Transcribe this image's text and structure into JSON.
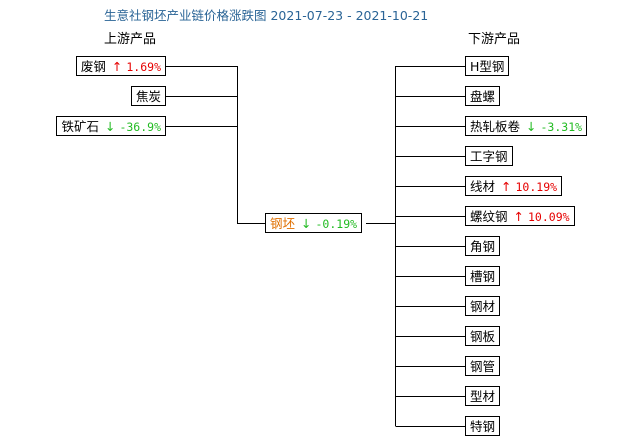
{
  "title": "生意社钢坯产业链价格涨跌图 2021-07-23 - 2021-10-21",
  "upstream_header": "上游产品",
  "downstream_header": "下游产品",
  "colors": {
    "up": "#e60000",
    "down": "#22bb22",
    "center": "#e07000",
    "title": "#2a6496"
  },
  "upstream": [
    {
      "name": "废钢",
      "dir": "up",
      "arrow": "↑",
      "change": "1.69%"
    },
    {
      "name": "焦炭",
      "dir": "",
      "arrow": "",
      "change": ""
    },
    {
      "name": "铁矿石",
      "dir": "down",
      "arrow": "↓",
      "change": "-36.9%"
    }
  ],
  "center": {
    "name": "钢坯",
    "dir": "down",
    "arrow": "↓",
    "change": "-0.19%"
  },
  "downstream": [
    {
      "name": "H型钢",
      "dir": "",
      "arrow": "",
      "change": ""
    },
    {
      "name": "盘螺",
      "dir": "",
      "arrow": "",
      "change": ""
    },
    {
      "name": "热轧板卷",
      "dir": "down",
      "arrow": "↓",
      "change": "-3.31%"
    },
    {
      "name": "工字钢",
      "dir": "",
      "arrow": "",
      "change": ""
    },
    {
      "name": "线材",
      "dir": "up",
      "arrow": "↑",
      "change": "10.19%"
    },
    {
      "name": "螺纹钢",
      "dir": "up",
      "arrow": "↑",
      "change": "10.09%"
    },
    {
      "name": "角钢",
      "dir": "",
      "arrow": "",
      "change": ""
    },
    {
      "name": "槽钢",
      "dir": "",
      "arrow": "",
      "change": ""
    },
    {
      "name": "钢材",
      "dir": "",
      "arrow": "",
      "change": ""
    },
    {
      "name": "钢板",
      "dir": "",
      "arrow": "",
      "change": ""
    },
    {
      "name": "钢管",
      "dir": "",
      "arrow": "",
      "change": ""
    },
    {
      "name": "型材",
      "dir": "",
      "arrow": "",
      "change": ""
    },
    {
      "name": "特钢",
      "dir": "",
      "arrow": "",
      "change": ""
    }
  ]
}
